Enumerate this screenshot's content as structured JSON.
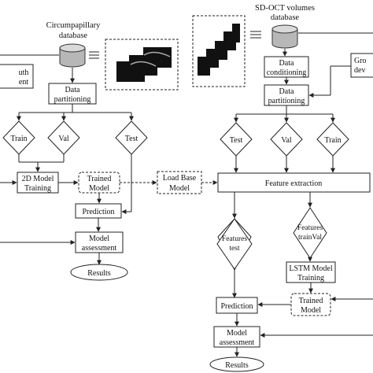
{
  "left": {
    "db_title_1": "Circumpapillary",
    "db_title_2": "database",
    "ground_truth_1": "uth",
    "ground_truth_2": "ent",
    "partition_1": "Data",
    "partition_2": "partitioning",
    "train": "Train",
    "val": "Val",
    "test": "Test",
    "training_1": "2D Model",
    "training_2": "Training",
    "trained_1": "Trained",
    "trained_2": "Model",
    "prediction": "Prediction",
    "assessment_1": "Model",
    "assessment_2": "assessment",
    "results": "Results"
  },
  "middle": {
    "load_1": "Load Base",
    "load_2": "Model"
  },
  "right": {
    "db_title_1": "SD-OCT volumes",
    "db_title_2": "database",
    "conditioning_1": "Data",
    "conditioning_2": "conditioning",
    "partition_1": "Data",
    "partition_2": "partitioning",
    "ground_truth_1": "Gro",
    "ground_truth_2": "dev",
    "test": "Test",
    "val": "Val",
    "train": "Train",
    "feature_extraction": "Feature extraction",
    "features_test_1": "Features",
    "features_test_2": "test",
    "features_trainval_1": "Features",
    "features_trainval_2": "trainVal",
    "lstm_1": "LSTM Model",
    "lstm_2": "Training",
    "trained_1": "Trained",
    "trained_2": "Model",
    "prediction": "Prediction",
    "assessment_1": "Model",
    "assessment_2": "assessment",
    "results": "Results"
  }
}
